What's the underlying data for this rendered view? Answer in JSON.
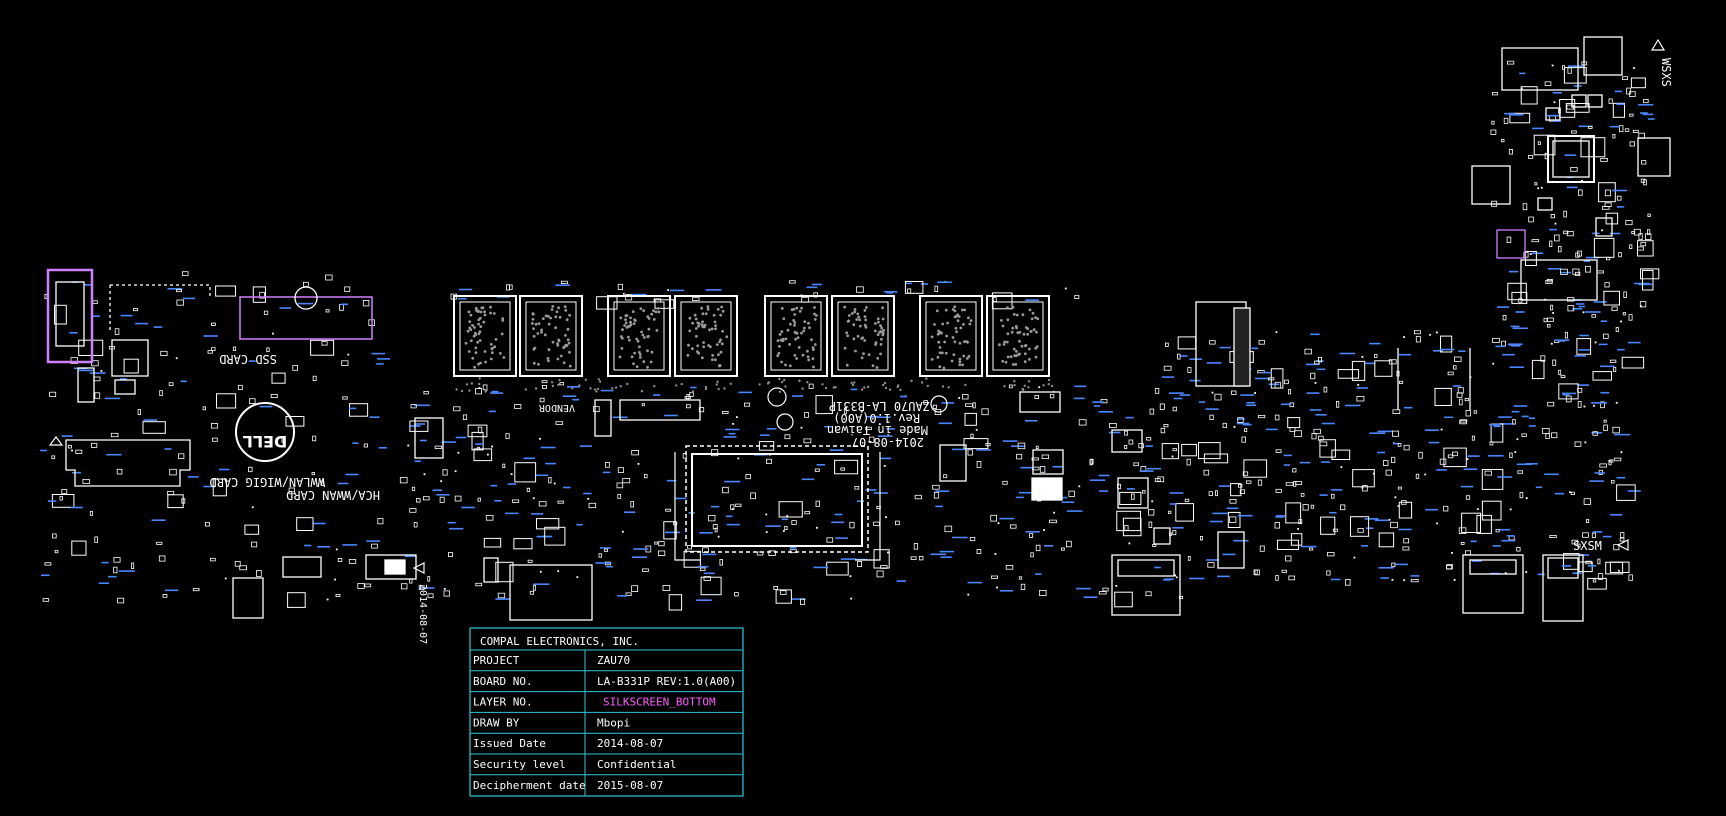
{
  "colors": {
    "background": "#000000",
    "outline": "#ffffff",
    "designator": "#4a86ff",
    "title_block": "#2ec8d8",
    "layer_name": "#ff5cff",
    "module_outline": "#d080ff"
  },
  "silkscreen": {
    "board_model": "ZAU70 LA-B331P",
    "board_rev": "Rev.1.0(A00)",
    "made_in": "Made in Taiwan",
    "board_date": "2014-08-07",
    "ssd_label": "SSD CARD",
    "wlan_label": "WWLAN/WIGIG CARD",
    "wwan_label": "HCA/WWAN CARD",
    "vendor_mark": "VENDOR",
    "fab_left": "2014-08-07",
    "sxsm_label": "SXSM",
    "wsxs_label": "WSXS"
  },
  "logo": {
    "name": "DELL",
    "icon": "dell-logo-icon"
  },
  "title_block": {
    "company": "COMPAL ELECTRONICS, INC.",
    "rows": [
      {
        "label": "PROJECT",
        "value": "ZAU70"
      },
      {
        "label": "BOARD NO.",
        "value": "LA-B331P   REV:1.0(A00)"
      },
      {
        "label": "LAYER NO.",
        "value": "SILKSCREEN_BOTTOM"
      },
      {
        "label": "DRAW BY",
        "value": "Mbopi"
      },
      {
        "label": "Issued  Date",
        "value": "2014-08-07"
      },
      {
        "label": "Security level",
        "value": "Confidential"
      },
      {
        "label": "Decipherment date",
        "value": "2015-08-07"
      }
    ]
  }
}
